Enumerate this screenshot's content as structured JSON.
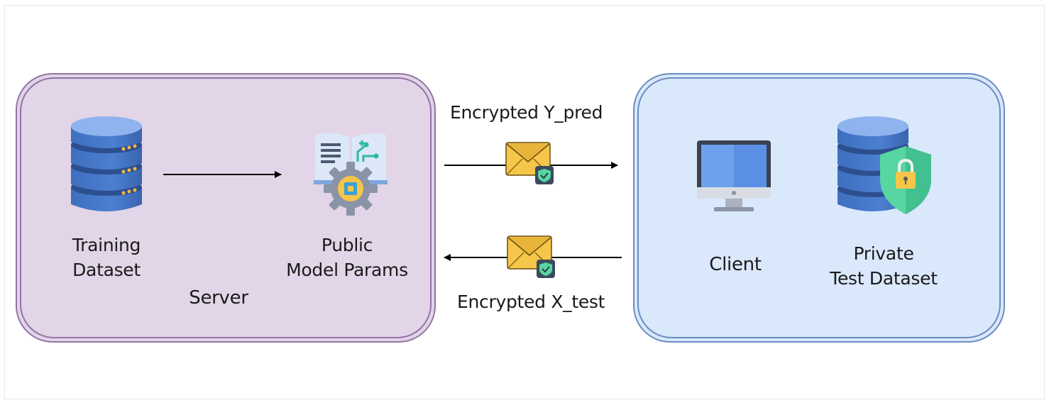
{
  "server": {
    "title": "Server",
    "training": {
      "line1": "Training",
      "line2": "Dataset"
    },
    "public": {
      "line1": "Public",
      "line2": "Model Params"
    }
  },
  "client": {
    "title": "Client",
    "private": {
      "line1": "Private",
      "line2": "Test Dataset"
    }
  },
  "edges": {
    "to_client": "Encrypted Y_pred",
    "to_server": "Encrypted X_test"
  },
  "colors": {
    "server_fill": "#e1d5e7",
    "server_stroke": "#9673a6",
    "client_fill": "#dae8fc",
    "client_stroke": "#6c8ebf",
    "database_blue": "#4a78c4",
    "envelope_yellow": "#f5c64a",
    "shield_green": "#57d6a2"
  },
  "icons": {
    "training_db": "database-icon",
    "model": "model-params-icon",
    "client": "monitor-icon",
    "private_db": "secure-database-icon",
    "message": "encrypted-envelope-icon"
  }
}
